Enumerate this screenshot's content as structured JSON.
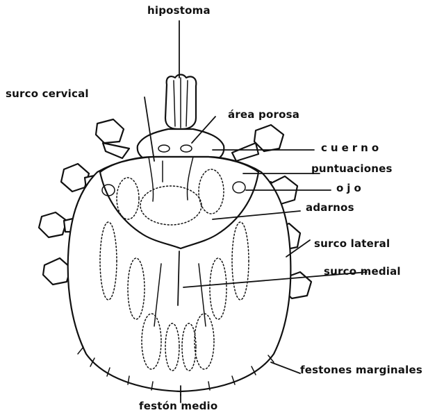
{
  "diagram": {
    "labels": {
      "hipostoma": "hipostoma",
      "surco_cervical": "surco cervical",
      "area_porosa": "área porosa",
      "cuerno": "cuerno",
      "puntuaciones": "puntuaciones",
      "ojo": "ojo",
      "adornos": "adarnos",
      "surco_lateral": "surco lateral",
      "surco_medial": "surco medial",
      "festones_marginales": "festones marginales",
      "feston_medio": "festón medio"
    },
    "colors": {
      "ink": "#111111",
      "background": "#ffffff"
    }
  }
}
